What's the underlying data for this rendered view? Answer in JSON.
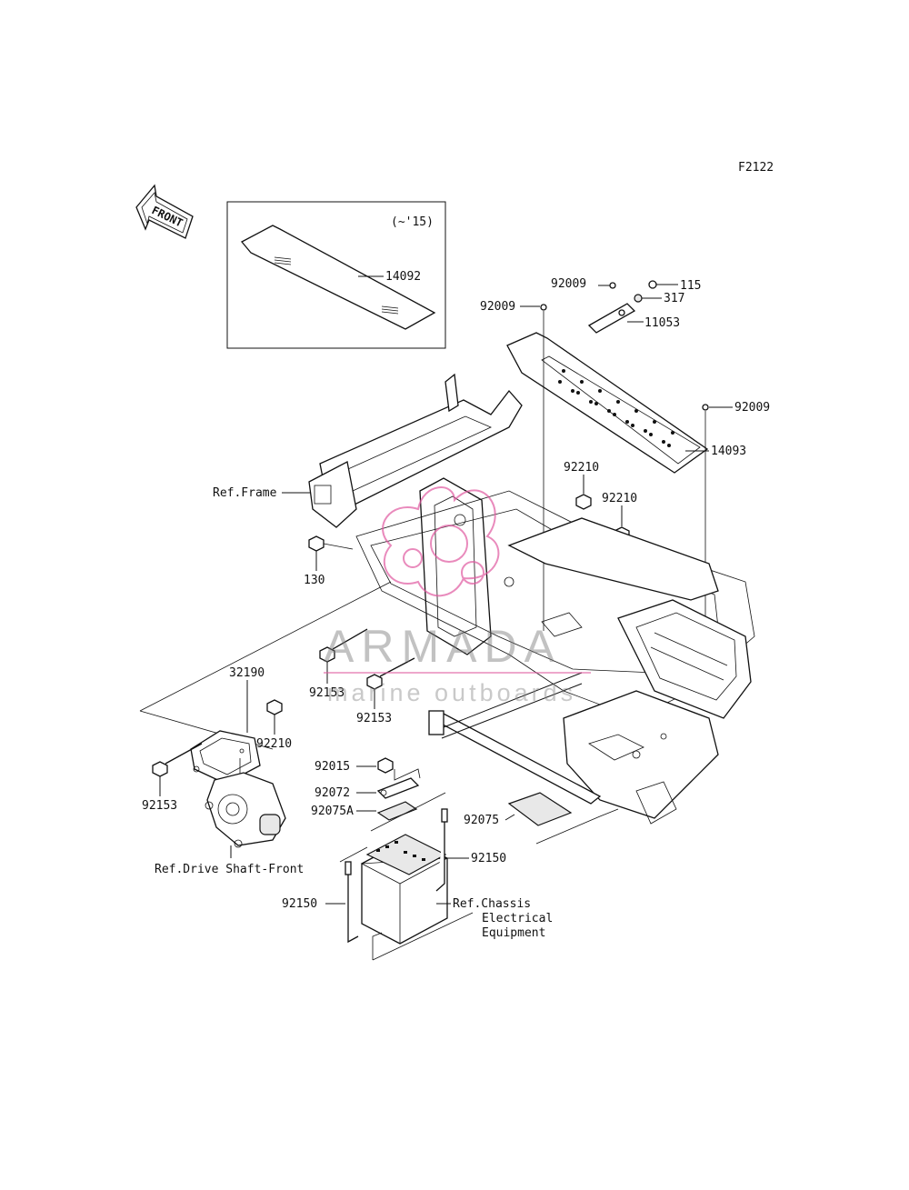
{
  "figure_code": "F2122",
  "front_label": "FRONT",
  "inset_label": "(~'15)",
  "watermark": {
    "brand": "ARMADA",
    "tagline": "marine outboards",
    "color": "#e05aa0"
  },
  "labels": {
    "p14092": "14092",
    "p115": "115",
    "p317": "317",
    "p92009a": "92009",
    "p92009b": "92009",
    "p11053": "11053",
    "p92009c": "92009",
    "p14093": "14093",
    "ref_frame": "Ref.Frame",
    "p92210a": "92210",
    "p92210b": "92210",
    "p130": "130",
    "p32190": "32190",
    "p92153a": "92153",
    "p92153b": "92153",
    "p92210c": "92210",
    "p92153c": "92153",
    "ref_drive": "Ref.Drive Shaft-Front",
    "p92015": "92015",
    "p92072": "92072",
    "p92075A": "92075A",
    "p92075": "92075",
    "p92150a": "92150",
    "p92150b": "92150",
    "ref_chassis1": "Ref.Chassis",
    "ref_chassis2": "Electrical",
    "ref_chassis3": "Equipment"
  }
}
